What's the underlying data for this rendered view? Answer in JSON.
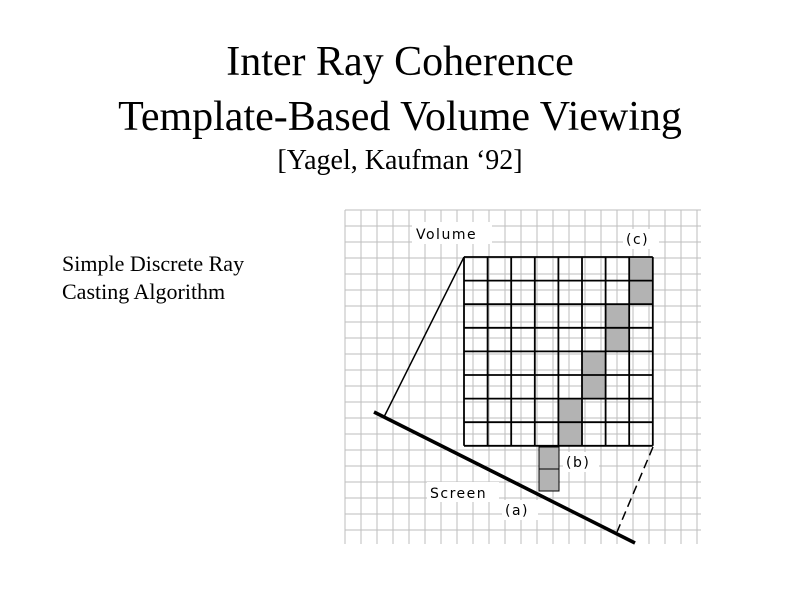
{
  "slide": {
    "title_line1": "Inter Ray Coherence",
    "title_line2": "Template-Based Volume Viewing",
    "citation": "[Yagel, Kaufman ‘92]",
    "body_line1": "Simple Discrete Ray",
    "body_line2": "Casting Algorithm"
  },
  "figure": {
    "volume_label": "Volume",
    "screen_label": "Screen",
    "label_a": "(a)",
    "label_b": "(b)",
    "label_c": "(c)",
    "shaded_color": "#b3b3b3",
    "grid_color": "#bdbdbd"
  }
}
